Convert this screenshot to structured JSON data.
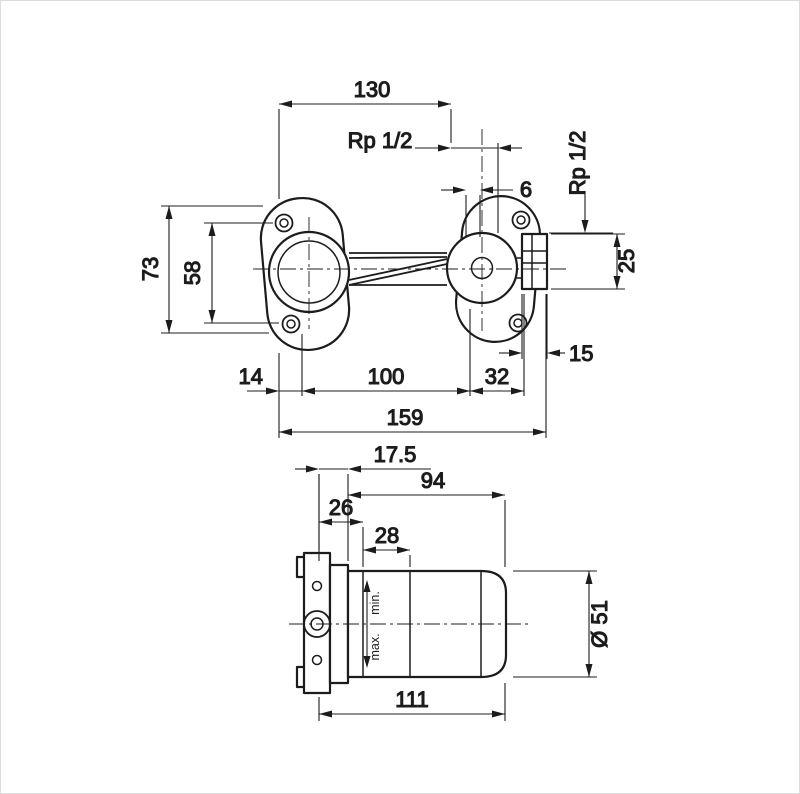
{
  "colors": {
    "line": "#1c1c1c",
    "background": "#ffffff"
  },
  "front_view": {
    "dim_width_centers": "130",
    "dim_thread_top": "Rp 1/2",
    "dim_offset": "6",
    "dim_thread_side": "Rp 1/2",
    "dim_height_overall": "73",
    "dim_hole_spacing_v": "58",
    "dim_block_height": "25",
    "dim_block_depth": "15",
    "dim_edge_to_hole": "14",
    "dim_hole_spacing_h": "100",
    "dim_hole_to_block": "32",
    "dim_overall_width": "159"
  },
  "side_view": {
    "dim_plate_inset": "17.5",
    "dim_body_length": "94",
    "dim_section_a": "26",
    "dim_section_b": "28",
    "dim_diameter": "Ø 51",
    "dim_overall_length": "111",
    "label_min": "min.",
    "label_max": "max."
  }
}
